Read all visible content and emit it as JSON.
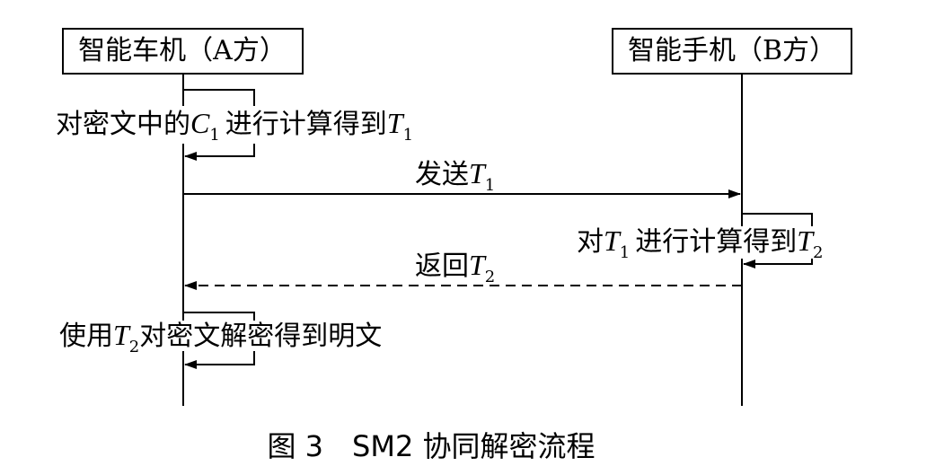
{
  "participants": {
    "a": {
      "label": "智能车机（A方）"
    },
    "b": {
      "label": "智能手机（B方）"
    }
  },
  "messages": {
    "m1": {
      "pre": "对密文中的",
      "var": "C",
      "sub": "1",
      "post": "进行计算得到",
      "var2": "T",
      "sub2": "1"
    },
    "m2": {
      "pre": "发送",
      "var": "T",
      "sub": "1"
    },
    "m3": {
      "pre": "对",
      "var": "T",
      "sub": "1",
      "mid": "进行计算得到",
      "var2": "T",
      "sub2": "2"
    },
    "m4": {
      "pre": "返回",
      "var": "T",
      "sub": "2"
    },
    "m5": {
      "pre": "使用",
      "var": "T",
      "sub": "2",
      "post": "对密文解密得到明文"
    }
  },
  "caption": "图 3　SM2 协同解密流程",
  "colors": {
    "line": "#000000",
    "background": "#ffffff"
  }
}
